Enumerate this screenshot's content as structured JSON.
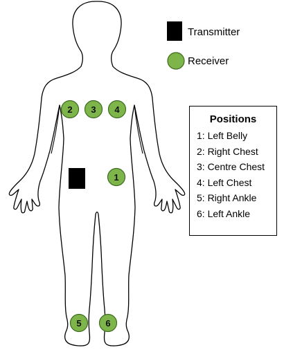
{
  "legend": {
    "transmitter_label": "Transmitter",
    "receiver_label": "Receiver"
  },
  "positions": {
    "title": "Positions",
    "items": [
      "1: Left Belly",
      "2: Right Chest",
      "3: Centre Chest",
      "4: Left Chest",
      "5: Right Ankle",
      "6: Left Ankle"
    ]
  },
  "markers": [
    {
      "number": "1",
      "position": "Left Belly"
    },
    {
      "number": "2",
      "position": "Right Chest"
    },
    {
      "number": "3",
      "position": "Centre Chest"
    },
    {
      "number": "4",
      "position": "Left Chest"
    },
    {
      "number": "5",
      "position": "Right Ankle"
    },
    {
      "number": "6",
      "position": "Left Ankle"
    }
  ],
  "colors": {
    "receiver_fill": "#7db54a",
    "receiver_stroke": "#3d6b1e",
    "transmitter_fill": "#000000",
    "body_outline": "#000000"
  }
}
